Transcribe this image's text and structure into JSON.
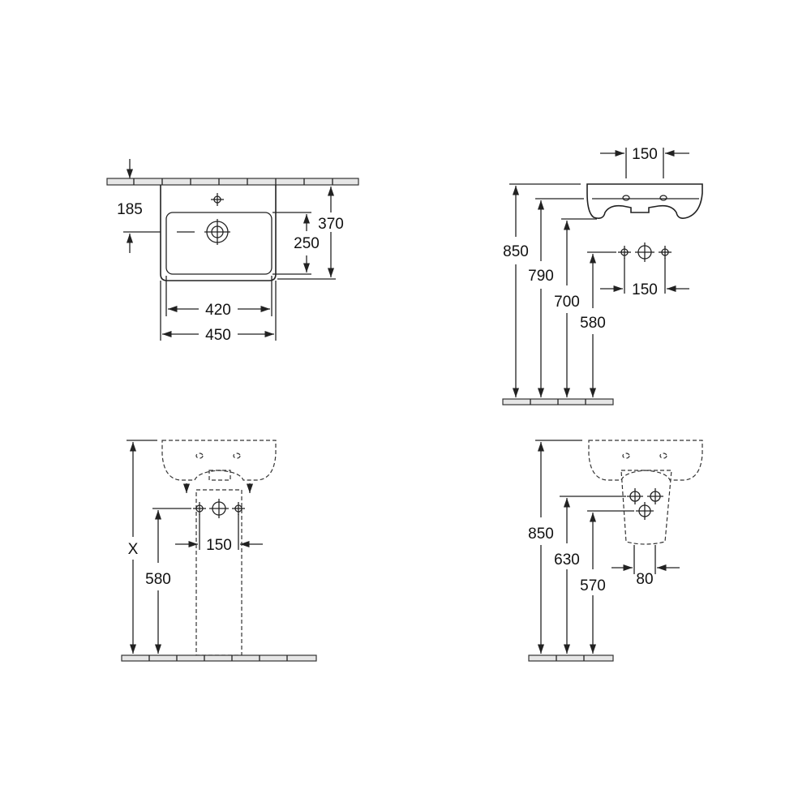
{
  "plan_view": {
    "dim_overflow_offset": "185",
    "dim_bowl_depth": "250",
    "dim_total_depth": "370",
    "dim_bowl_width": "420",
    "dim_total_width": "450"
  },
  "side_view": {
    "dim_tap_spacing_top": "150",
    "dim_height_rim": "850",
    "dim_height_top_underside": "790",
    "dim_height_bowl_bottom": "700",
    "dim_height_supply": "580",
    "dim_tap_spacing_bottom": "150"
  },
  "pedestal_view": {
    "dim_height_x": "X",
    "dim_height_supply": "580",
    "dim_tap_spacing": "150"
  },
  "semi_pedestal_view": {
    "dim_height_rim": "850",
    "dim_height_supply_upper": "630",
    "dim_height_supply_lower": "570",
    "dim_spacing": "80"
  }
}
